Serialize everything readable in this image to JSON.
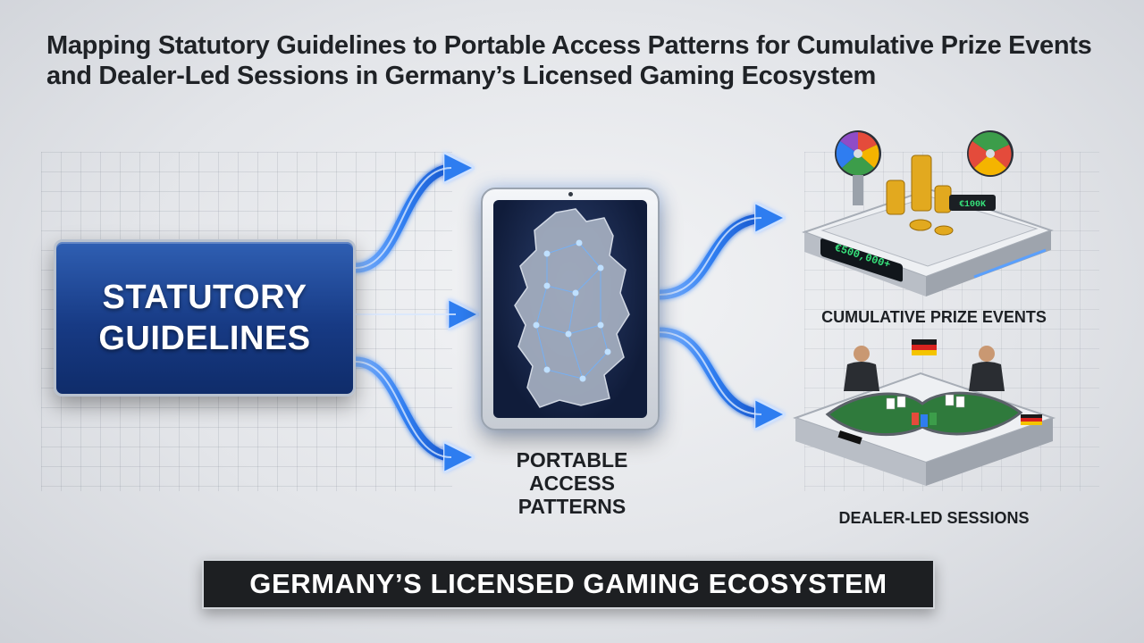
{
  "title": "Mapping Statutory Guidelines to Portable Access Patterns for Cumulative Prize Events and Dealer-Led Sessions in Germany’s Licensed Gaming Ecosystem",
  "source_node": {
    "label": "STATUTORY\nGUIDELINES"
  },
  "center_node": {
    "label": "PORTABLE\nACCESS\nPATTERNS"
  },
  "outputs": [
    {
      "label": "CUMULATIVE PRIZE EVENTS",
      "display_value": "€500,000+",
      "side_sign": "€100K"
    },
    {
      "label": "DEALER-LED SESSIONS"
    }
  ],
  "footer": "GERMANY’S LICENSED GAMING ECOSYSTEM",
  "colors": {
    "arrow_blue": "#2f7df0",
    "box_blue": "#173a84",
    "footer_bg": "#1d1f22",
    "led_green": "#36e07a"
  }
}
